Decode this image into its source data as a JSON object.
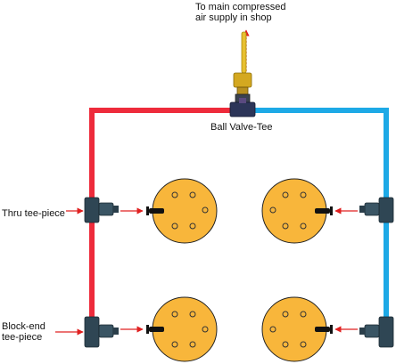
{
  "labels": {
    "supply_line1": "To main compressed",
    "supply_line2": "air supply in shop",
    "valve": "Ball Valve-Tee",
    "thru": "Thru tee-piece",
    "block_line1": "Block-end",
    "block_line2": "tee-piece"
  },
  "colors": {
    "hot_pipe": "#ee2b3b",
    "cold_pipe": "#1da9e6",
    "disc_fill": "#f8b63b",
    "fitting": "#2f4654",
    "valve_body": "#e8c030",
    "arrow": "#e02020"
  },
  "icons": [
    "ball-valve-tee-icon",
    "tee-piece-icon",
    "disc-icon",
    "arrow-icon"
  ]
}
